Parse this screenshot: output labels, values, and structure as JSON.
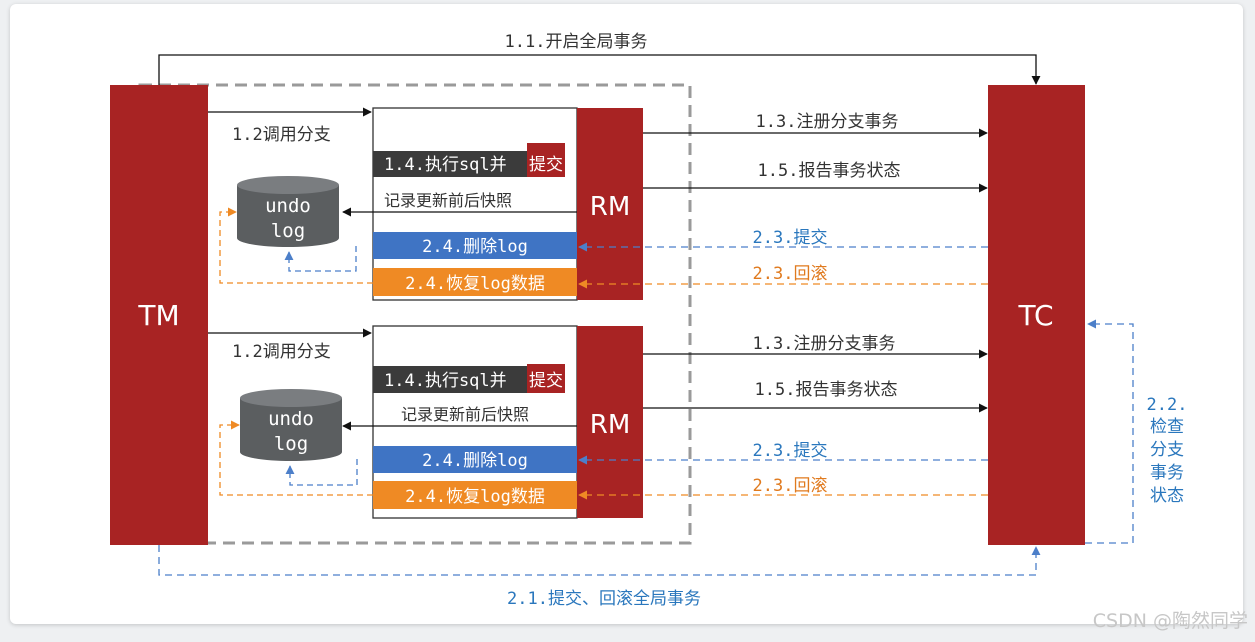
{
  "colors": {
    "red": "#a82323",
    "dark": "#3b3b3b",
    "blue": "#3f74c4",
    "orange": "#ef8a24",
    "arrow_blue": "#4c7fc9",
    "text_blue": "#2a77bd",
    "text_orange": "#e07a1e",
    "grey": "#6d6d6d",
    "db": "#5b5e60"
  },
  "labels": {
    "tm": "TM",
    "tc": "TC",
    "rm": "RM",
    "start_global": "1.1.开启全局事务",
    "call_branch": "1.2调用分支",
    "register_branch": "1.3.注册分支事务",
    "report_status": "1.5.报告事务状态",
    "exec_sql": "1.4.执行sql并",
    "exec_commit": "提交",
    "snapshot": "记录更新前后快照",
    "delete_log": "2.4.删除log",
    "restore_log": "2.4.恢复log数据",
    "commit": "2.3.提交",
    "rollback": "2.3.回滚",
    "undo_line1": "undo",
    "undo_line2": "log",
    "check_lines": [
      "2.2.",
      "检查",
      "分支",
      "事务",
      "状态"
    ],
    "global_commit": "2.1.提交、回滚全局事务",
    "watermark": "CSDN @陶然同学"
  }
}
